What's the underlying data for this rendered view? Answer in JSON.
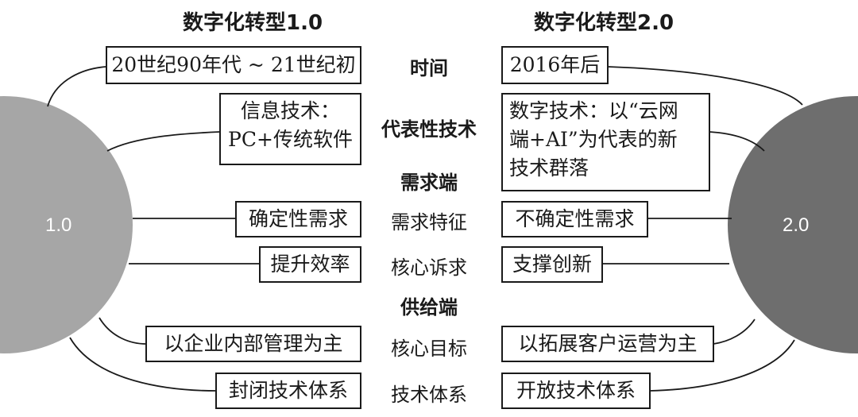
{
  "titles": {
    "left": "数字化转型1.0",
    "right": "数字化转型2.0"
  },
  "circles": {
    "left": {
      "label": "1.0",
      "color": "#a6a6a6"
    },
    "right": {
      "label": "2.0",
      "color": "#6e6e6e"
    }
  },
  "rows": {
    "time": {
      "category": "时间",
      "left": "20世纪90年代 ~ 21世纪初",
      "right": "2016年后"
    },
    "tech": {
      "category": "代表性技术",
      "left": "信息技术：\nPC+传统软件",
      "right": "数字技术：以“云网\n端+AI”为代表的新\n技术群落"
    },
    "demand_feature": {
      "category": "需求特征",
      "left": "确定性需求",
      "right": "不确定性需求"
    },
    "core_appeal": {
      "category": "核心诉求",
      "left": "提升效率",
      "right": "支撑创新"
    },
    "core_goal": {
      "category": "核心目标",
      "left": "以企业内部管理为主",
      "right": "以拓展客户运营为主"
    },
    "tech_system": {
      "category": "技术体系",
      "left": "封闭技术体系",
      "right": "开放技术体系"
    }
  },
  "sections": {
    "demand_side": "需求端",
    "supply_side": "供给端"
  },
  "colors": {
    "line": "#1a1a1a",
    "box_border": "#1a1a1a"
  }
}
